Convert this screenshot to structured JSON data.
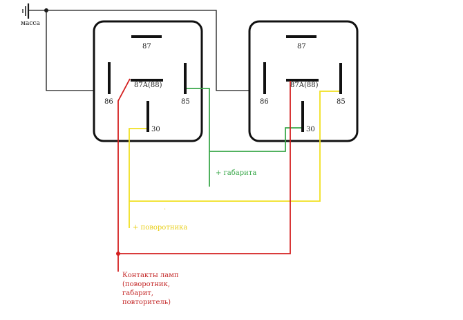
{
  "ground_label": "масса",
  "relays": [
    {
      "pin_87": "87",
      "pin_87a": "87A(88)",
      "pin_86": "86",
      "pin_85": "85",
      "pin_30": "30"
    },
    {
      "pin_87": "87",
      "pin_87a": "87A(88)",
      "pin_86": "86",
      "pin_85": "85",
      "pin_30": "30"
    }
  ],
  "labels": {
    "gabarit": "+ габарита",
    "povorotnik_dot": "·",
    "povorotnik": "+ поворотника",
    "lamps_lines": [
      "Контакты ламп",
      "(поворотник,",
      "габарит,",
      "повторитель)"
    ]
  },
  "colors": {
    "wire_black": "#1a1a1a",
    "wire_green": "#3aa84a",
    "wire_yellow": "#f0e020",
    "wire_red": "#d42020",
    "text_green": "#3aa84a",
    "text_yellow": "#e8cf1a",
    "text_red": "#c42a2a"
  }
}
